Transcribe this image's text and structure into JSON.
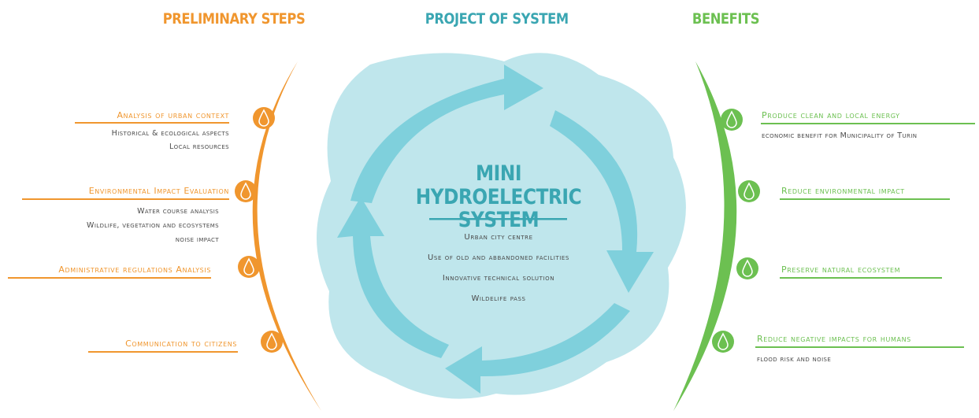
{
  "columns": {
    "preliminary": "PRELIMINARY STEPS",
    "project": "PROJECT OF SYSTEM",
    "benefits": "BENEFITS"
  },
  "center": {
    "title_line1": "MINI",
    "title_line2": "HYDROELECTRIC SYSTEM",
    "items": [
      "Urban city centre",
      "Use of old and abbandoned facilities",
      "Innovative technical solution",
      "Wildelife pass"
    ]
  },
  "steps": [
    {
      "title": "Analysis of urban context",
      "details": [
        "Historical & ecological aspects",
        "Local resources"
      ]
    },
    {
      "title": "Environmental Impact Evaluation",
      "details": [
        "Water course analysis",
        "Wildlife, vegetation and ecosystems",
        "noise impact"
      ]
    },
    {
      "title": "Administrative regulations Analysis",
      "details": []
    },
    {
      "title": "Communication to citizens",
      "details": []
    }
  ],
  "benefits": [
    {
      "title": "Produce clean and local energy",
      "details": [
        "economic benefit for Municipality of Turin"
      ]
    },
    {
      "title": "Reduce environmental impact",
      "details": []
    },
    {
      "title": "Preserve natural ecosystem",
      "details": []
    },
    {
      "title": "Reduce negative impacts for humans",
      "details": [
        "flood risk and noise"
      ]
    }
  ],
  "icons": {
    "node": "water-drop-icon",
    "cycle": "circular-arrows-icon"
  },
  "colors": {
    "orange": "#f0962e",
    "teal": "#3aa6b2",
    "light_blue": "#bfe6ec",
    "arrow_blue": "#7fd0dc",
    "green": "#6cc051"
  }
}
